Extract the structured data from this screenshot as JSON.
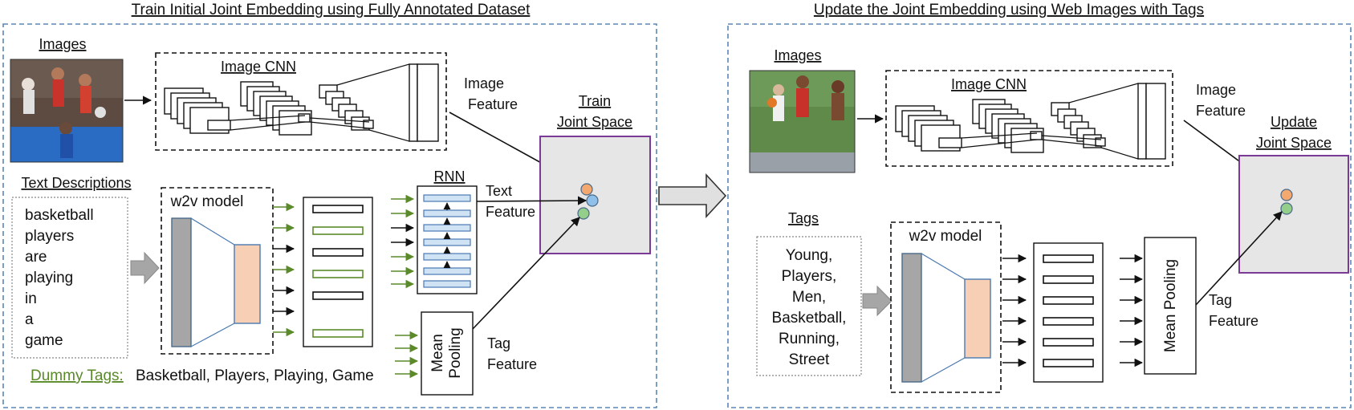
{
  "left_panel": {
    "title": "Train Initial Joint Embedding using Fully Annotated Dataset",
    "images_label": "Images",
    "cnn_label": "Image CNN",
    "image_feature": [
      "Image",
      "Feature"
    ],
    "text_descriptions_label": "Text Descriptions",
    "description_words": [
      "basketball",
      "players",
      "are",
      "playing",
      "in",
      "a",
      "game"
    ],
    "w2v_label": "w2v model",
    "rnn_label": "RNN",
    "text_feature": [
      "Text",
      "Feature"
    ],
    "mean_pooling": [
      "Mean",
      "Pooling"
    ],
    "tag_feature": [
      "Tag",
      "Feature"
    ],
    "joint_space": [
      "Train",
      "Joint Space"
    ],
    "dummy_tags_label": "Dummy Tags:",
    "dummy_tags_value": "Basketball, Players, Playing, Game"
  },
  "right_panel": {
    "title": "Update the Joint Embedding using Web Images with Tags",
    "images_label": "Images",
    "cnn_label": "Image CNN",
    "image_feature": [
      "Image",
      "Feature"
    ],
    "tags_label": "Tags",
    "tag_words": [
      "Young,",
      "Players,",
      "Men,",
      "Basketball,",
      "Running,",
      "Street"
    ],
    "w2v_label": "w2v model",
    "mean_pooling": "Mean Pooling",
    "tag_feature": [
      "Tag",
      "Feature"
    ],
    "joint_space": [
      "Update",
      "Joint Space"
    ]
  },
  "colors": {
    "dashed_border": "#5b87b3",
    "green": "#5a8a2a",
    "rnn_cell": "#cfe3f5",
    "rnn_stroke": "#4a79b0",
    "joint_fill": "#e6e6e6",
    "joint_border": "#7b3a96",
    "dot_orange": "#f3a870",
    "dot_blue": "#8fc0ea",
    "dot_green": "#93cf8b",
    "w2v_gray": "#a6a6a6",
    "w2v_peach": "#f7cfb4"
  }
}
